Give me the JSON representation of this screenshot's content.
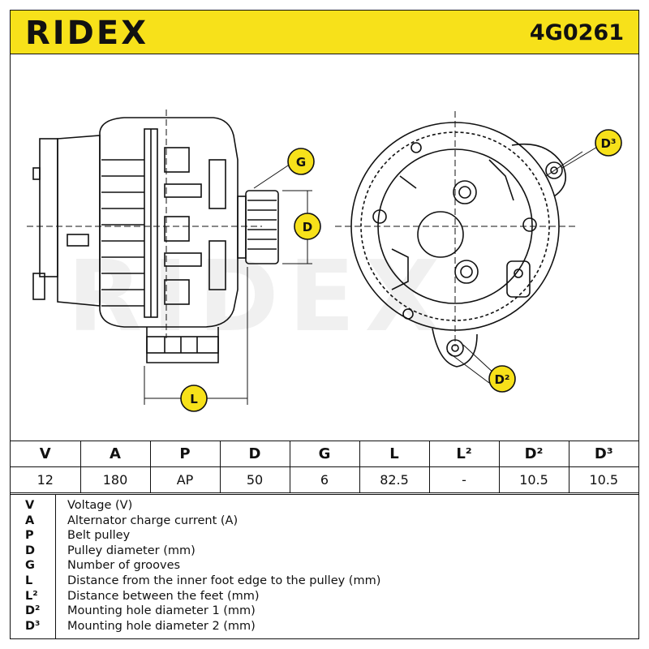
{
  "header": {
    "brand": "RIDEX",
    "part_number": "4G0261"
  },
  "colors": {
    "accent": "#f7e11a",
    "ink": "#111111"
  },
  "callouts": {
    "g": "G",
    "d": "D",
    "l": "L",
    "d3": "D³",
    "d2": "D²"
  },
  "watermark": "RIDEX",
  "spec_table": {
    "headers": [
      "V",
      "A",
      "P",
      "D",
      "G",
      "L",
      "L²",
      "D²",
      "D³"
    ],
    "values": [
      "12",
      "180",
      "AP",
      "50",
      "6",
      "82.5",
      "-",
      "10.5",
      "10.5"
    ]
  },
  "legend": [
    {
      "symbol": "V",
      "description": "Voltage (V)"
    },
    {
      "symbol": "A",
      "description": "Alternator charge current (A)"
    },
    {
      "symbol": "P",
      "description": "Belt pulley"
    },
    {
      "symbol": "D",
      "description": "Pulley diameter (mm)"
    },
    {
      "symbol": "G",
      "description": "Number of grooves"
    },
    {
      "symbol": "L",
      "description": "Distance from the inner foot edge to the pulley (mm)"
    },
    {
      "symbol": "L²",
      "description": "Distance between the feet (mm)"
    },
    {
      "symbol": "D²",
      "description": "Mounting hole diameter 1 (mm)"
    },
    {
      "symbol": "D³",
      "description": "Mounting hole diameter 2 (mm)"
    }
  ]
}
